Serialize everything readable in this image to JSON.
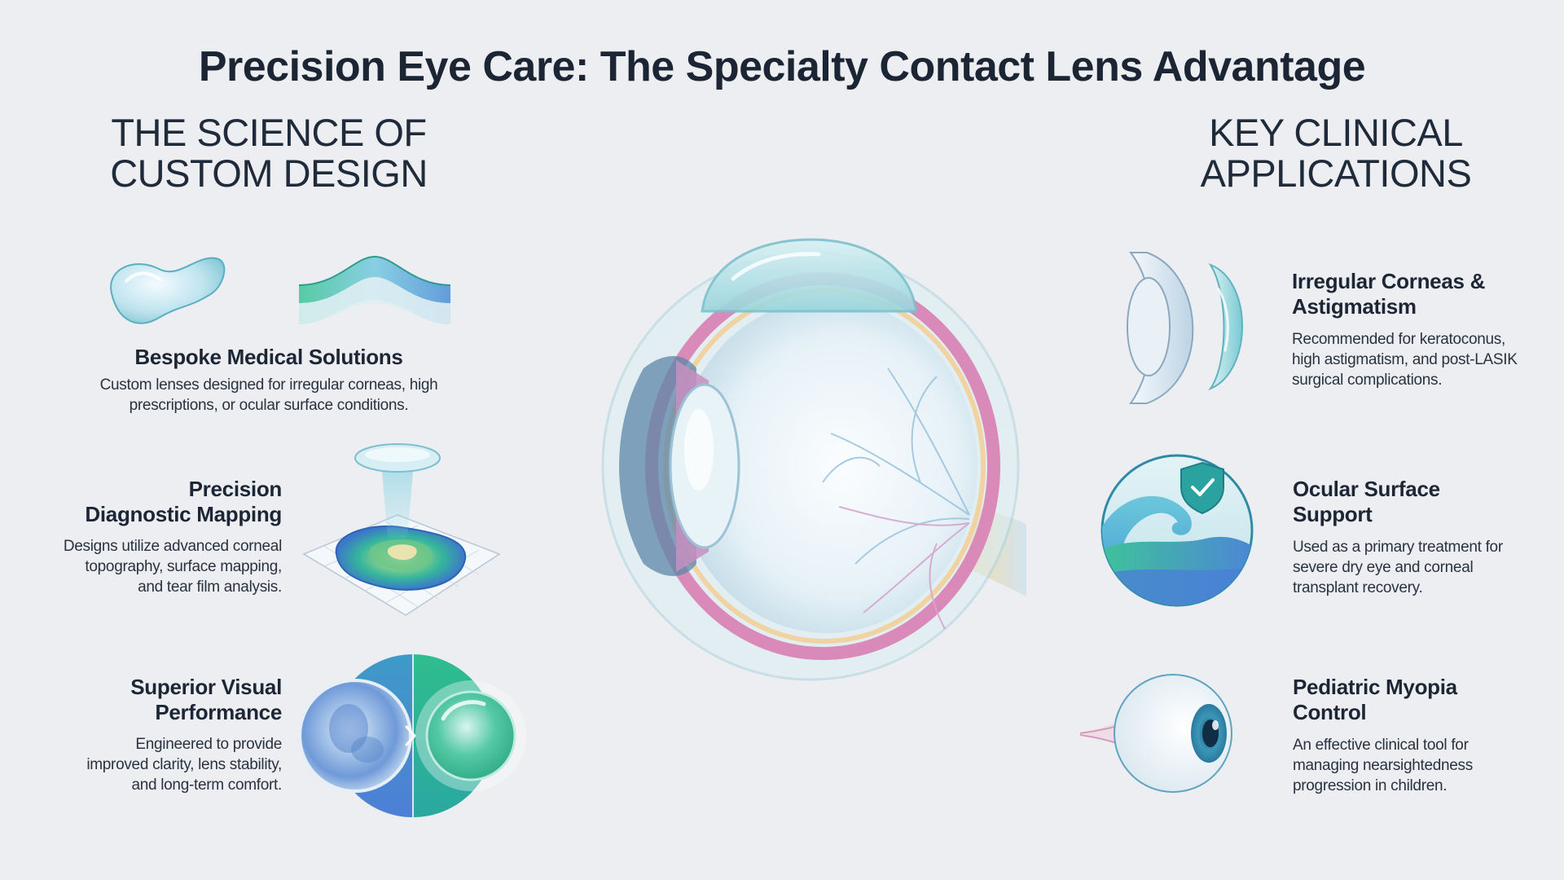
{
  "title": "Precision Eye Care: The Specialty Contact Lens Advantage",
  "left_section": {
    "heading": [
      "THE SCIENCE OF",
      "CUSTOM DESIGN"
    ],
    "items": [
      {
        "title": [
          "Bespoke Medical Solutions"
        ],
        "description": [
          "Custom lenses designed for irregular corneas, high",
          "prescriptions, or ocular surface conditions."
        ],
        "icon": "custom-lens-icon"
      },
      {
        "title": [
          "Precision",
          "Diagnostic Mapping"
        ],
        "description": [
          "Designs utilize advanced corneal",
          "topography, surface mapping,",
          "and tear film analysis."
        ],
        "icon": "topography-map-icon"
      },
      {
        "title": [
          "Superior Visual",
          "Performance"
        ],
        "description": [
          "Engineered to provide",
          "improved clarity, lens stability,",
          "and long-term comfort."
        ],
        "icon": "blur-to-clear-icon"
      }
    ]
  },
  "right_section": {
    "heading": [
      "KEY CLINICAL",
      "APPLICATIONS"
    ],
    "items": [
      {
        "title": [
          "Irregular Corneas &",
          "Astigmatism"
        ],
        "description": [
          "Recommended for keratoconus,",
          "high astigmatism, and post-LASIK",
          "surgical complications."
        ],
        "icon": "cornea-lens-icon"
      },
      {
        "title": [
          "Ocular Surface",
          "Support"
        ],
        "description": [
          "Used as a primary treatment for",
          "severe dry eye and corneal",
          "transplant recovery."
        ],
        "icon": "wave-shield-icon"
      },
      {
        "title": [
          "Pediatric Myopia",
          "Control"
        ],
        "description": [
          "An effective clinical tool for",
          "managing nearsightedness",
          "progression in children."
        ],
        "icon": "eyeball-icon"
      }
    ]
  },
  "center_illustration": {
    "icon": "eye-cross-section-icon"
  },
  "colors": {
    "background": "#eceef1",
    "text": "#1c2533",
    "teal": "#3fb6b0",
    "blue": "#4f8fd0",
    "green": "#34c08a",
    "pink": "#d98ab9"
  }
}
